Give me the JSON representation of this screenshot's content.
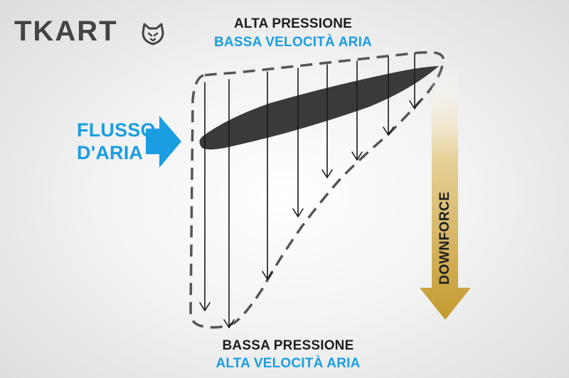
{
  "brand": {
    "name": "TKART",
    "icon": "cat-head-icon"
  },
  "top": {
    "pressure": "ALTA PRESSIONE",
    "velocity": "BASSA VELOCITÀ ARIA"
  },
  "bottom": {
    "pressure": "BASSA PRESSIONE",
    "velocity": "ALTA VELOCITÀ ARIA"
  },
  "airflow": {
    "line1": "FLUSSO",
    "line2": "D'ARIA"
  },
  "downforce": {
    "label": "DOWNFORCE"
  },
  "colors": {
    "blue": "#1a9de1",
    "dark_text": "#1e1e1e",
    "logo": "#444444",
    "airfoil": "#3a3a3a",
    "dashed_outline": "#555555",
    "downforce_gold": "#c9a13a"
  }
}
